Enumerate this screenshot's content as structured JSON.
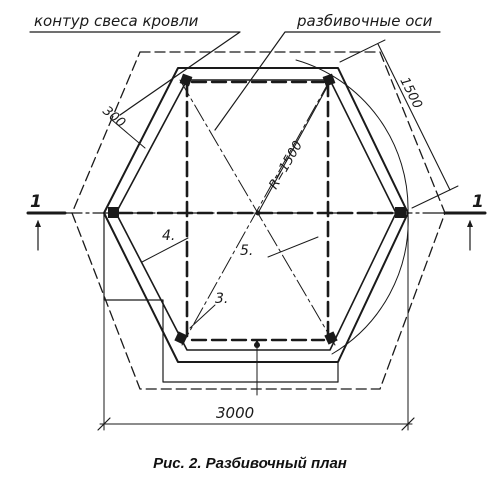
{
  "labels": {
    "roof_overhang_contour": "контур свеса кровли",
    "layout_axes": "разбивочные оси",
    "dim_300": "300",
    "dim_1500": "1500",
    "radius": "R=1500",
    "section_left": "1",
    "section_right": "1",
    "callout_3": "3.",
    "callout_4": "4.",
    "callout_5": "5.",
    "dim_3000": "3000"
  },
  "caption": "Рис. 2. Разбивочный план",
  "colors": {
    "ink": "#1a1a1a",
    "background": "#ffffff"
  }
}
